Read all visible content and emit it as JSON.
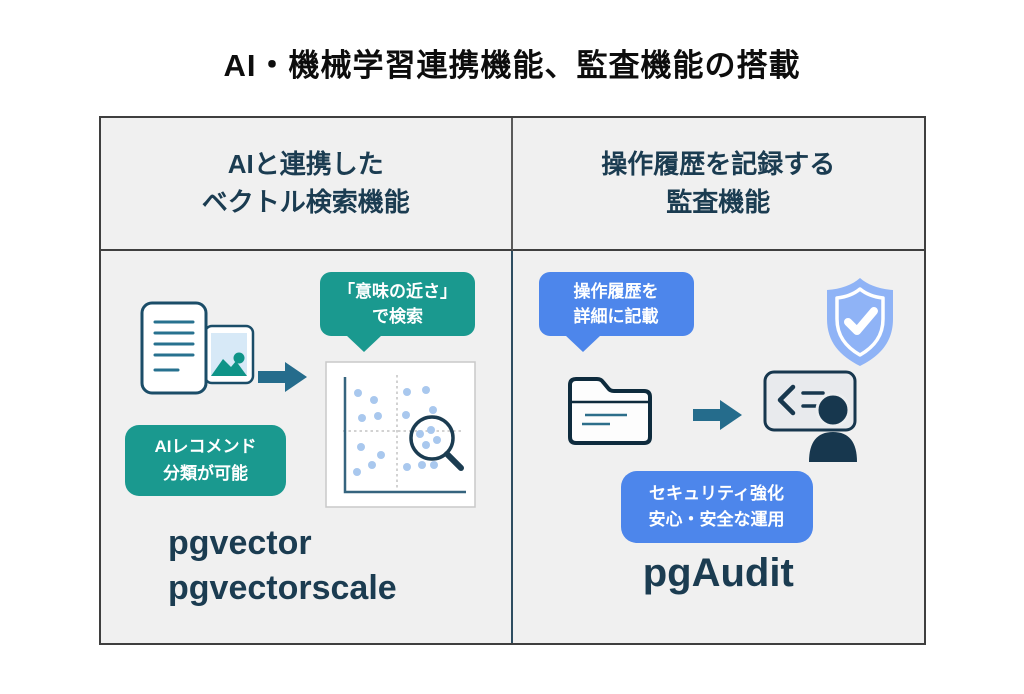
{
  "title": "AI・機械学習連携機能、監査機能の搭載",
  "colors": {
    "teal_accent": "#1A998F",
    "blue_accent": "#4D86EB",
    "shield_light_blue": "#8FB3F6",
    "dark_navy_text": "#1B3C51",
    "arrow_teal": "#256C8C",
    "cell_background": "#F0F0F0"
  },
  "left_panel": {
    "header": "AIと連携した\nベクトル検索機能",
    "speech_bubble": "「意味の近さ」\nで検索",
    "badge": "AIレコメンド\n分類が可能",
    "products": [
      "pgvector",
      "pgvectorscale"
    ],
    "icons": [
      "document-image-icon",
      "arrow-right-icon",
      "scatter-plot-icon",
      "magnifier-icon"
    ]
  },
  "right_panel": {
    "header": "操作履歴を記録する\n監査機能",
    "speech_bubble": "操作履歴を\n詳細に記載",
    "badge": "セキュリティ強化\n安心・安全な運用",
    "product": "pgAudit",
    "icons": [
      "folder-icon",
      "arrow-right-icon",
      "monitor-user-icon",
      "shield-check-icon"
    ]
  }
}
